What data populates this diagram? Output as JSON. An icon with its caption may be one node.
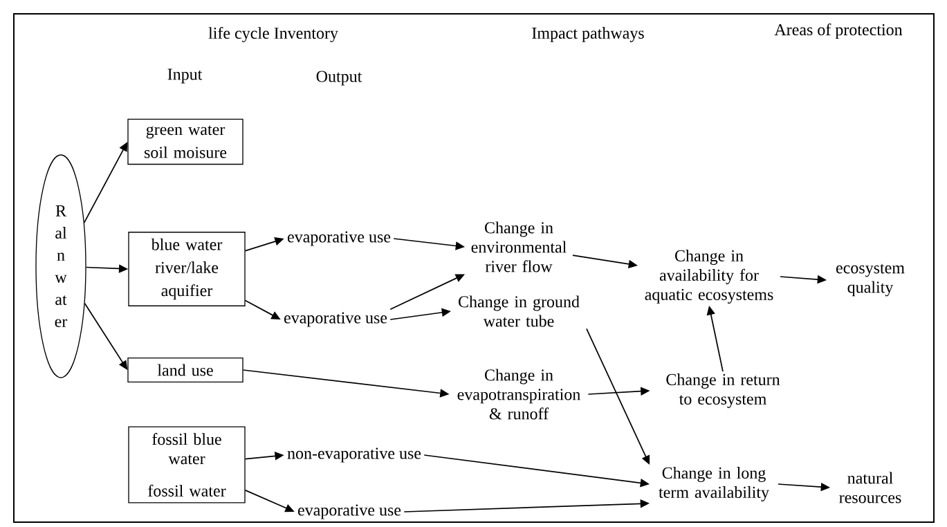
{
  "diagram": {
    "nodes": [
      {
        "text": [
          "Raln water"
        ]
      },
      {
        "text": [
          "green water",
          "soil moisure"
        ]
      },
      {
        "text": [
          "blue water",
          "river/lake",
          "aquifier"
        ]
      },
      {
        "text": [
          "land use"
        ]
      },
      {
        "text": [
          "fossil blue water",
          "fossil water"
        ]
      },
      {
        "text": [
          "evaporative use"
        ]
      },
      {
        "text": [
          "evaporative use"
        ]
      },
      {
        "text": [
          "non-evaporative use"
        ]
      },
      {
        "text": [
          "evaporative use"
        ]
      },
      {
        "text": [
          "Change in environmental river flow"
        ]
      },
      {
        "text": [
          "Change in ground water tube"
        ]
      },
      {
        "text": [
          "Change in evapotranspiration & runoff"
        ]
      },
      {
        "text": [
          "Change in availability for aquatic ecosystems"
        ]
      },
      {
        "text": [
          "Change in return to ecosystem"
        ]
      },
      {
        "text": [
          "Change in long term availability"
        ]
      },
      {
        "text": [
          "ecosystem quality"
        ]
      },
      {
        "text": [
          "natural resources"
        ]
      }
    ],
    "edges": [
      {
        "from": 0,
        "to": 1,
        "arrow": "to"
      },
      {
        "from": 0,
        "to": 2,
        "arrow": "to"
      },
      {
        "from": 0,
        "to": 3,
        "arrow": "to"
      },
      {
        "from": 2,
        "to": 5,
        "arrow": "to"
      },
      {
        "from": 2,
        "to": 6,
        "arrow": "to"
      },
      {
        "from": 4,
        "to": 7,
        "arrow": "to"
      },
      {
        "from": 4,
        "to": 8,
        "arrow": "to"
      },
      {
        "from": 5,
        "to": 9,
        "arrow": "to"
      },
      {
        "from": 6,
        "to": 9,
        "arrow": "to"
      },
      {
        "from": 6,
        "to": 10,
        "arrow": "to"
      },
      {
        "from": 3,
        "to": 11,
        "arrow": "to"
      },
      {
        "from": 11,
        "to": 13,
        "arrow": "to"
      },
      {
        "from": 10,
        "to": 14,
        "arrow": "to"
      },
      {
        "from": 9,
        "to": 12,
        "arrow": "to"
      },
      {
        "from": 13,
        "to": 12,
        "arrow": "to"
      },
      {
        "from": 12,
        "to": 15,
        "arrow": "to"
      },
      {
        "from": 7,
        "to": 14,
        "arrow": "to"
      },
      {
        "from": 8,
        "to": 14,
        "arrow": "to"
      },
      {
        "from": 14,
        "to": 16,
        "arrow": "to"
      }
    ],
    "labels": [
      "life cycle Inventory",
      "Impact pathways",
      "Areas of protection",
      "Input",
      "Output"
    ]
  }
}
